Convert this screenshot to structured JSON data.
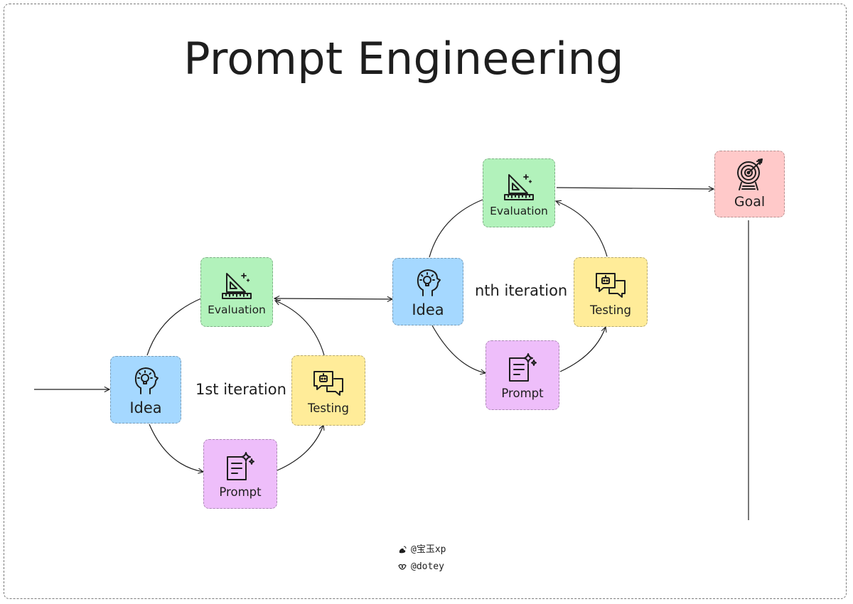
{
  "title": "Prompt Engineering",
  "nodes": {
    "idea1": {
      "label": "Idea"
    },
    "eval1": {
      "label": "Evaluation"
    },
    "test1": {
      "label": "Testing"
    },
    "prompt1": {
      "label": "Prompt"
    },
    "idea2": {
      "label": "Idea"
    },
    "eval2": {
      "label": "Evaluation"
    },
    "test2": {
      "label": "Testing"
    },
    "prompt2": {
      "label": "Prompt"
    },
    "goal": {
      "label": "Goal"
    }
  },
  "iterations": {
    "first": "1st iteration",
    "nth": "nth iteration"
  },
  "credits": {
    "line1": "@宝玉xp",
    "line2": "@dotey"
  },
  "colors": {
    "idea": "#a5d8ff",
    "evaluation": "#b2f2bb",
    "testing": "#ffec99",
    "prompt": "#eebefa",
    "goal": "#ffc9c9",
    "stroke": "#1e1e1e"
  },
  "icons": {
    "idea": "head-lightbulb-icon",
    "evaluation": "set-square-ruler-icon",
    "testing": "chat-bot-bubbles-icon",
    "prompt": "document-sparkle-icon",
    "goal": "target-arrow-icon"
  }
}
